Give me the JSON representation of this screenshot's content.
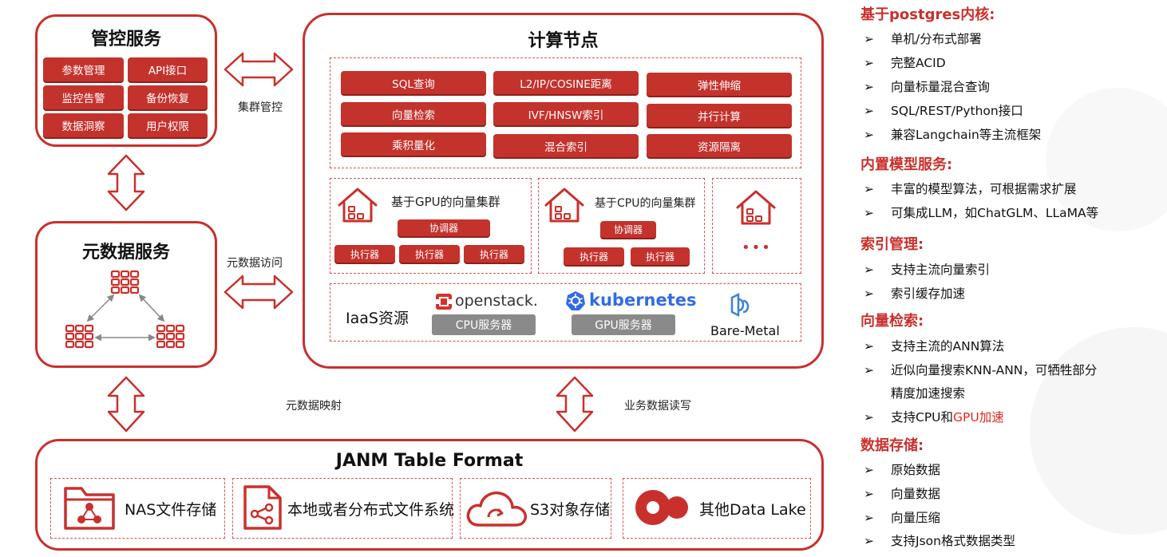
{
  "mgmt": {
    "title": "管控服务",
    "items": [
      "参数管理",
      "API接口",
      "监控告警",
      "备份恢复",
      "数据洞察",
      "用户权限"
    ]
  },
  "meta": {
    "title": "元数据服务"
  },
  "compute": {
    "title": "计算节点",
    "features": [
      "SQL查询",
      "L2/IP/COSINE距离",
      "弹性伸缩",
      "向量检索",
      "IVF/HNSW索引",
      "并行计算",
      "乘积量化",
      "混合索引",
      "资源隔离"
    ],
    "gpu_cluster": {
      "title": "基于GPU的向量集群",
      "coordinator": "协调器",
      "executors": [
        "执行器",
        "执行器",
        "执行器"
      ]
    },
    "cpu_cluster": {
      "title": "基于CPU的向量集群",
      "coordinator": "协调器",
      "executors": [
        "执行器",
        "执行器"
      ]
    },
    "more": "•••",
    "iaas": {
      "label": "IaaS资源",
      "openstack": "openstack.",
      "cpu_server": "CPU服务器",
      "kubernetes": "kubernetes",
      "gpu_server": "GPU服务器",
      "bare_metal": "Bare-Metal"
    }
  },
  "connectors": {
    "cluster_mgmt": "集群管控",
    "meta_access": "元数据访问",
    "meta_mapping": "元数据映射",
    "data_rw": "业务数据读写"
  },
  "storage": {
    "title": "JANM Table Format",
    "items": [
      "NAS文件存储",
      "本地或者分布式文件系统",
      "S3对象存储",
      "其他Data Lake"
    ]
  },
  "features": {
    "kernel": {
      "title": "基于postgres内核:",
      "items": [
        "单机/分布式部署",
        "完整ACID",
        "向量标量混合查询",
        "SQL/REST/Python接口",
        "兼容Langchain等主流框架"
      ]
    },
    "model": {
      "title": "内置模型服务:",
      "items": [
        "丰富的模型算法，可根据需求扩展",
        "可集成LLM，如ChatGLM、LLaMA等"
      ]
    },
    "index": {
      "title": "索引管理:",
      "items": [
        "支持主流向量索引",
        "索引缓存加速"
      ]
    },
    "search": {
      "title": "向量检索:",
      "item1": "支持主流的ANN算法",
      "item2_line1": "近似向量搜索KNN-ANN，可牺牲部分",
      "item2_line2": "精度加速搜索",
      "item3_prefix": "支持CPU和",
      "item3_highlight": "GPU加速"
    },
    "storage": {
      "title": "数据存储:",
      "items": [
        "原始数据",
        "向量数据",
        "向量压缩",
        "支持Json格式数据类型"
      ]
    }
  },
  "bullet": "➢",
  "colors": {
    "accent": "#c9302c",
    "button": "#c4322c",
    "server": "#8a8a8a",
    "highlight": "#e0291f"
  }
}
